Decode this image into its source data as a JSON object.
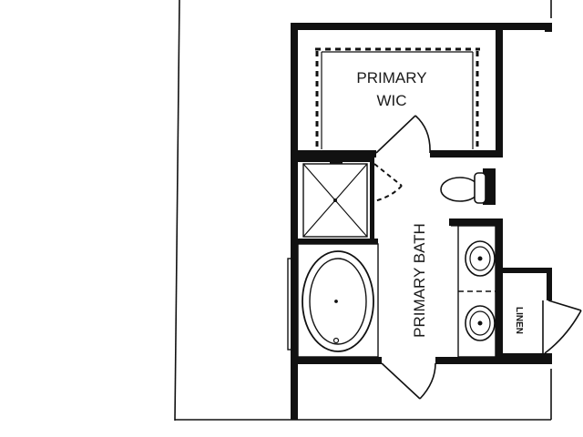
{
  "rooms": {
    "walk_in_closet": {
      "line1": "PRIMARY",
      "line2": "WIC"
    },
    "bath": {
      "label": "PRIMARY BATH"
    },
    "linen": {
      "label": "LINEN"
    }
  },
  "colors": {
    "wall": "#111111",
    "background": "#ffffff"
  }
}
